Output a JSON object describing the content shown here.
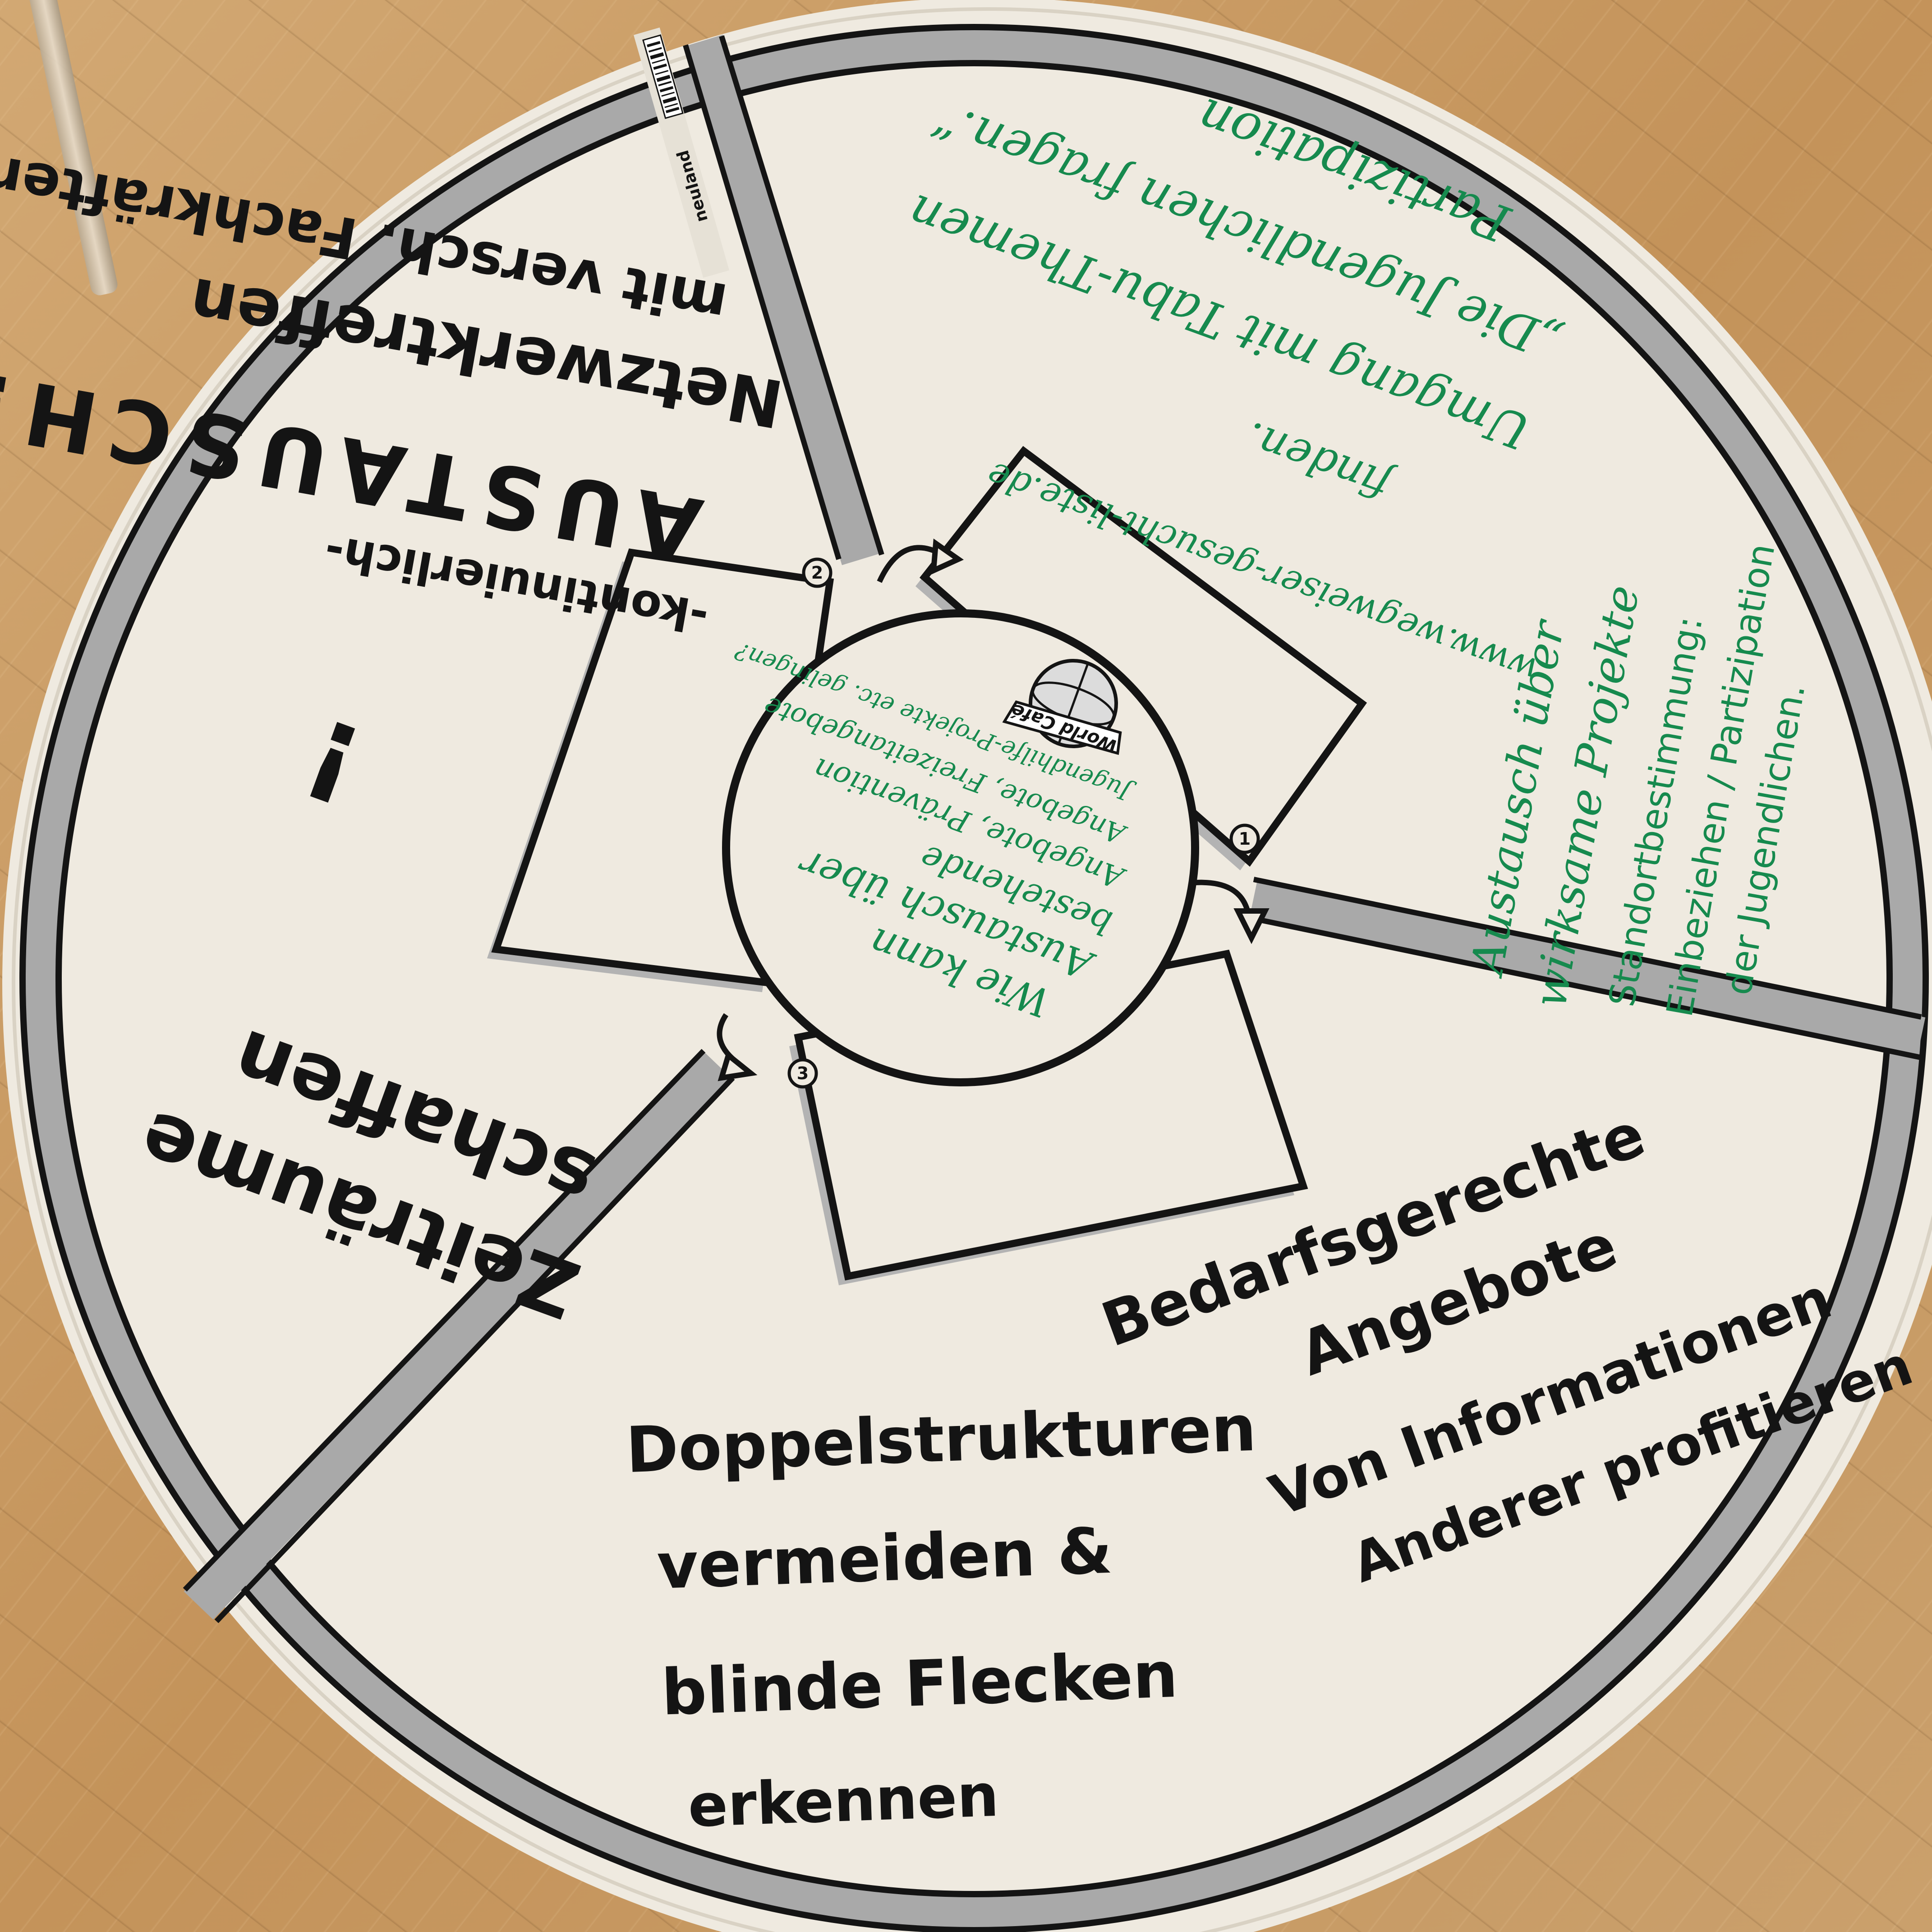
{
  "poster": {
    "brand": "neuland",
    "center_logo": "World Café",
    "center_question": [
      "Wie kann",
      "Austausch über",
      "bestehende",
      "Angebote, Prävention",
      "Angebote, Freizeitangebote",
      "Jugendhilfe-Projekte etc. gelingen?"
    ],
    "step_numbers": [
      "1",
      "2",
      "3"
    ]
  },
  "sections": {
    "top_left": {
      "title": "AUSTAUSCH!",
      "lines": [
        "-kontinuierlich-",
        "Netzwerktreffen",
        "mit versch. Fachkräften"
      ],
      "exclamation": "!"
    },
    "top_right": {
      "lines": [
        "www.wegweiser-gesucht-liste.de",
        "finden.",
        "Umgang mit Tabu-Themen",
        "„Die Jugendlichen fragen.“",
        "Partizipation"
      ]
    },
    "right": {
      "lines": [
        "Austausch über",
        "wirksame Projekte",
        "Standortbestimmung:",
        "Einbeziehen / Partizipation",
        "der Jugendlichen."
      ]
    },
    "left": {
      "lines": [
        "Zeiträume",
        "schaffen"
      ]
    },
    "bottom_right": {
      "lines": [
        "Bedarfsgerechte",
        "Angebote",
        "Von Informationen",
        "Anderer profitieren"
      ]
    },
    "bottom": {
      "lines": [
        "Doppelstrukturen",
        "vermeiden &",
        "blinde Flecken",
        "erkennen"
      ]
    }
  },
  "colors": {
    "paper": "#efeae0",
    "ink_black": "#141414",
    "ink_green": "#168a4e",
    "ring_gray": "#a9a9a9",
    "floor": "#c79a63"
  }
}
